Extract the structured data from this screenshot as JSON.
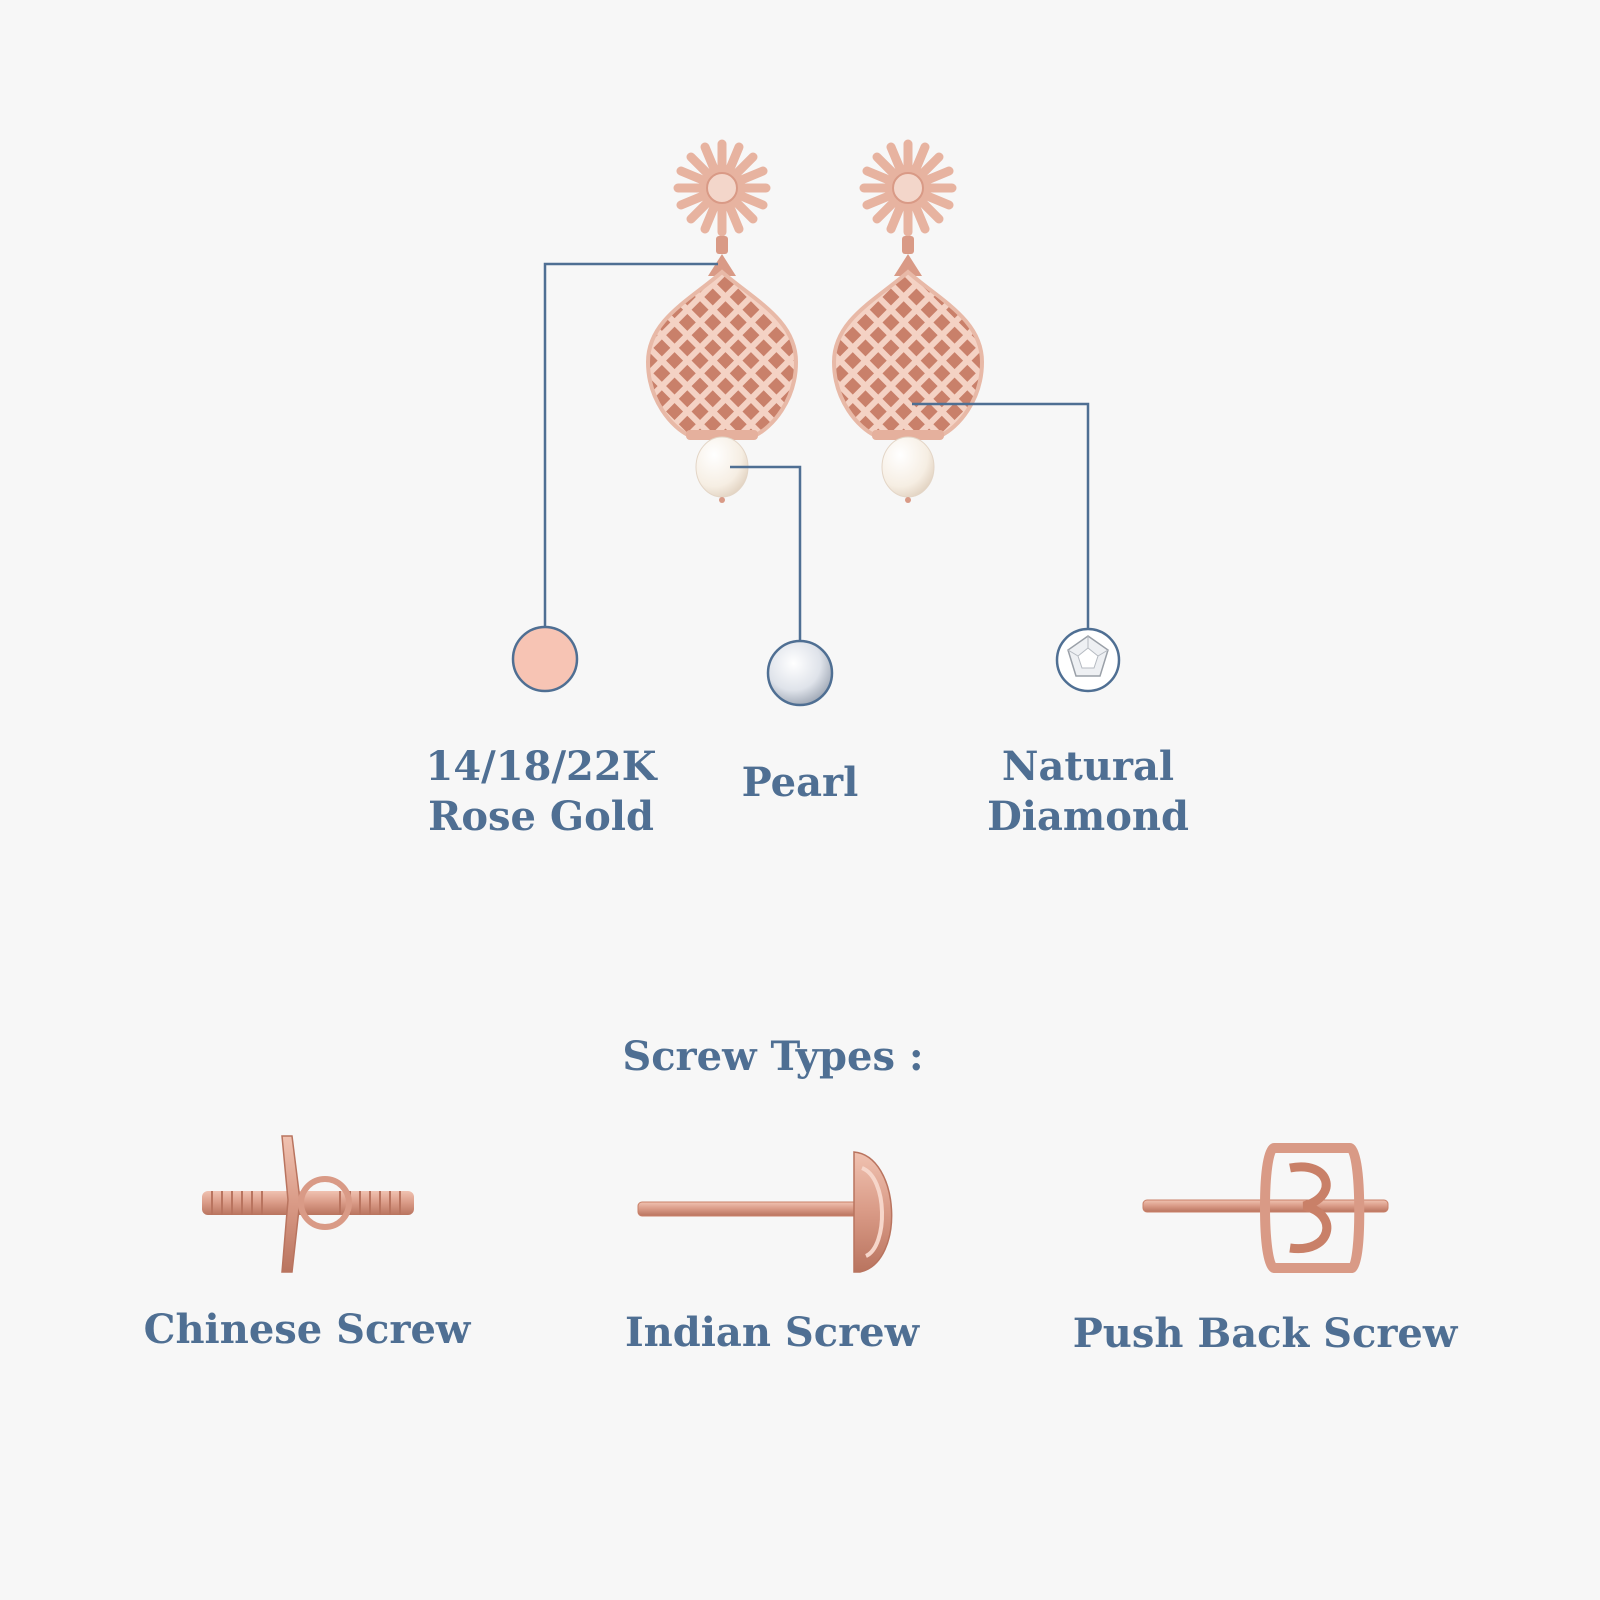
{
  "colors": {
    "label_text": "#4f6f93",
    "leader_line": "#4f6f93",
    "rose_gold": "#f7c4b4",
    "rose_gold_metal": "#d99a86",
    "pearl": "#dfe3ea",
    "background": "#f7f7f7"
  },
  "materials": [
    {
      "id": "rose-gold",
      "line1": "14/18/22K",
      "line2": "Rose Gold",
      "swatch": "rose-gold-swatch"
    },
    {
      "id": "pearl",
      "line1": "Pearl",
      "line2": "",
      "swatch": "pearl-swatch"
    },
    {
      "id": "diamond",
      "line1": "Natural",
      "line2": "Diamond",
      "swatch": "diamond-swatch"
    }
  ],
  "screw_types": {
    "title": "Screw Types :",
    "items": [
      {
        "label": "Chinese Screw",
        "icon": "chinese-screw-icon"
      },
      {
        "label": "Indian Screw",
        "icon": "indian-screw-icon"
      },
      {
        "label": "Push Back Screw",
        "icon": "push-back-screw-icon"
      }
    ]
  }
}
